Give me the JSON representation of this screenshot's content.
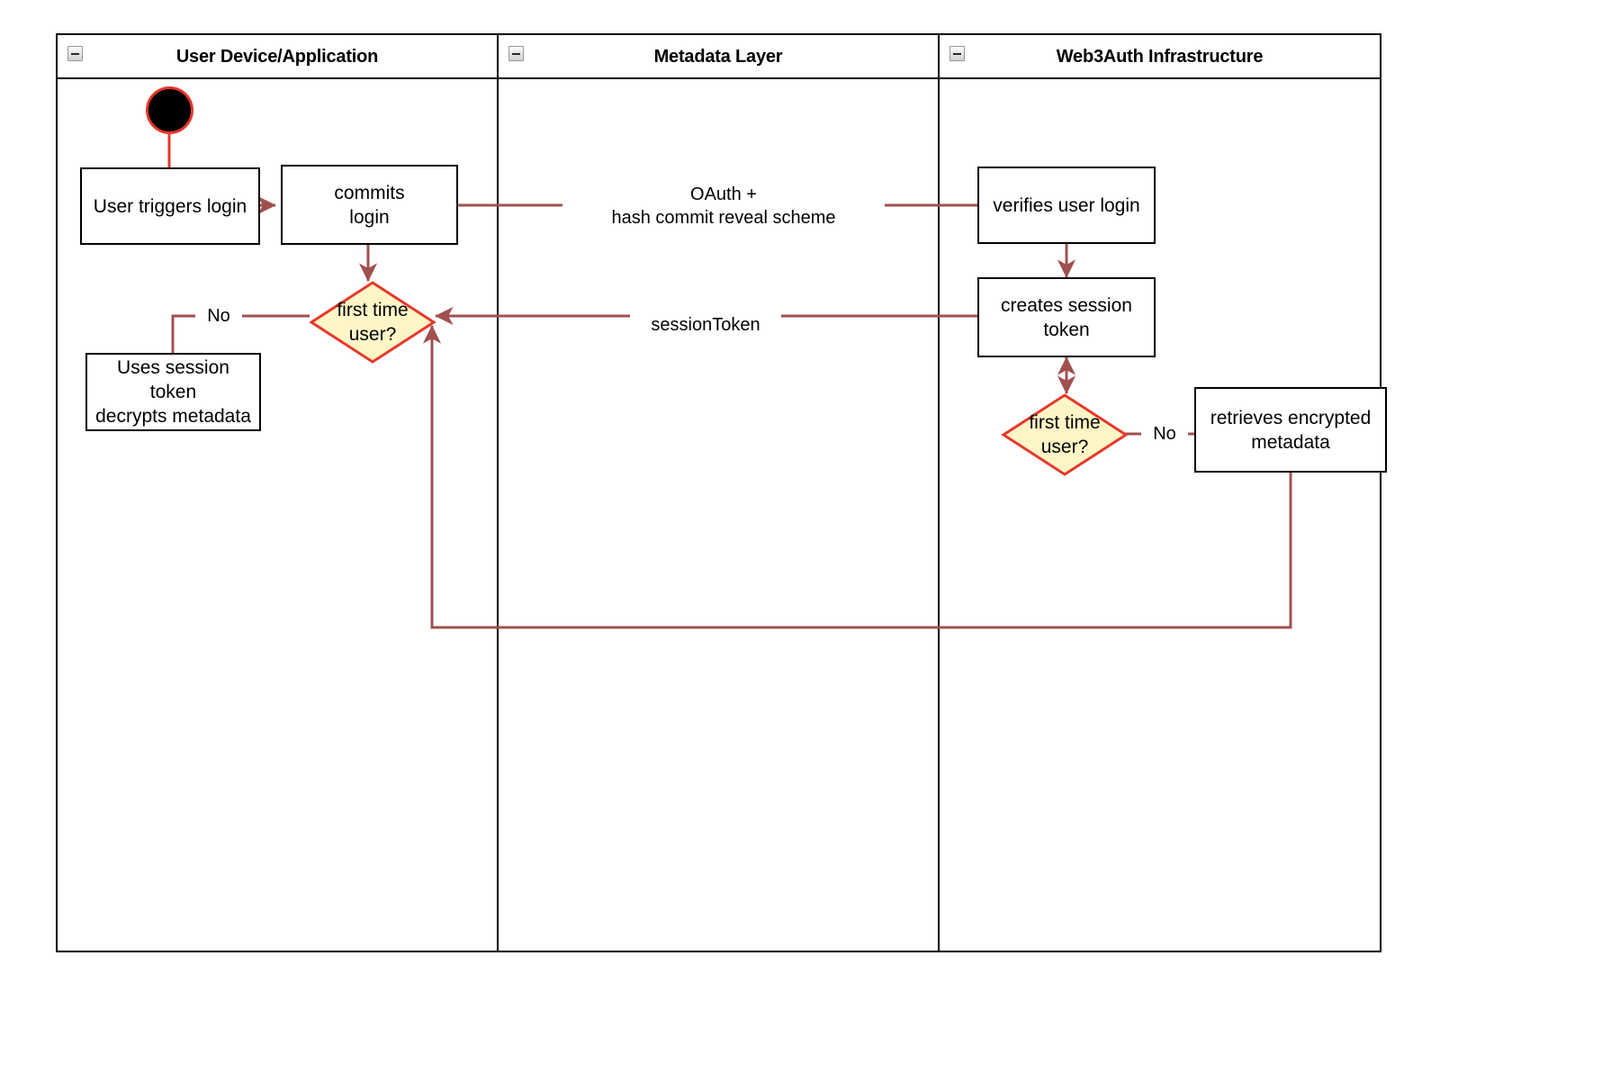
{
  "diagram": {
    "title": "Web3Auth login activity diagram",
    "colors": {
      "lane_border": "#000000",
      "node_border": "#000000",
      "node_fill": "#ffffff",
      "decision_fill": "#fff6c7",
      "decision_border": "#e8372a",
      "connector": "#a0504e",
      "start_ring": "#e8372a",
      "start_fill": "#000000"
    }
  },
  "lanes": [
    {
      "id": "user-device",
      "title": "User Device/Application",
      "collapse_icon": "collapse-minus-icon"
    },
    {
      "id": "metadata-layer",
      "title": "Metadata Layer",
      "collapse_icon": "collapse-minus-icon"
    },
    {
      "id": "web3auth",
      "title": "Web3Auth Infrastructure",
      "collapse_icon": "collapse-minus-icon"
    }
  ],
  "nodes": {
    "start": {
      "type": "start",
      "label": ""
    },
    "user_triggers_login": {
      "type": "activity",
      "label": "User triggers login"
    },
    "commits_login": {
      "type": "activity",
      "label": "commits\nlogin"
    },
    "first_time_user_left": {
      "type": "decision",
      "label": "first time\nuser?"
    },
    "uses_session_token": {
      "type": "activity",
      "label": "Uses session\ntoken\ndecrypts metadata"
    },
    "verifies_user_login": {
      "type": "activity",
      "label": "verifies user login"
    },
    "creates_session_token": {
      "type": "activity",
      "label": "creates session\ntoken"
    },
    "first_time_user_right": {
      "type": "decision",
      "label": "first time\nuser?"
    },
    "retrieves_encrypted_metadata": {
      "type": "activity",
      "label": "retrieves encrypted\nmetadata"
    }
  },
  "edge_labels": {
    "oauth": "OAuth +\nhash commit reveal scheme",
    "session_token": "sessionToken",
    "no_left": "No",
    "no_right": "No"
  }
}
